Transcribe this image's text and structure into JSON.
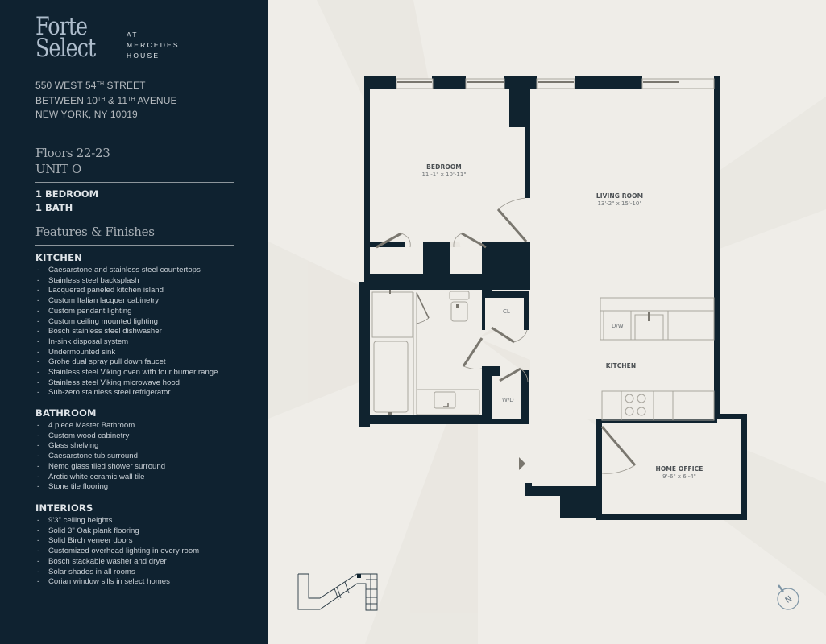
{
  "brand": {
    "logo_line1": "Forte",
    "logo_line2": "Select",
    "logo_sub": [
      "AT",
      "MERCEDES",
      "HOUSE"
    ]
  },
  "address": {
    "line1_a": "550 WEST 54",
    "line1_sup": "TH",
    "line1_b": " STREET",
    "line2_a": "BETWEEN 10",
    "line2_sup1": "TH",
    "line2_b": " & 11",
    "line2_sup2": "TH",
    "line2_c": " AVENUE",
    "line3": "NEW YORK, NY 10019"
  },
  "unit": {
    "floors": "Floors 22-23",
    "unit": "UNIT O",
    "bedrooms": "1 BEDROOM",
    "baths": "1 BATH"
  },
  "features_title": "Features & Finishes",
  "sections": [
    {
      "title": "KITCHEN",
      "items": [
        "Caesarstone and stainless steel countertops",
        "Stainless steel backsplash",
        "Lacquered paneled kitchen island",
        "Custom Italian lacquer cabinetry",
        "Custom pendant lighting",
        "Custom ceiling mounted lighting",
        "Bosch stainless steel dishwasher",
        "In-sink disposal system",
        "Undermounted sink",
        "Grohe dual spray pull down faucet",
        "Stainless steel Viking oven with four burner range",
        "Stainless steel Viking microwave hood",
        "Sub-zero stainless steel refrigerator"
      ]
    },
    {
      "title": "BATHROOM",
      "items": [
        "4 piece Master Bathroom",
        "Custom wood cabinetry",
        "Glass shelving",
        "Caesarstone tub surround",
        "Nemo glass tiled shower surround",
        "Arctic white ceramic wall tile",
        "Stone tile flooring"
      ]
    },
    {
      "title": "INTERIORS",
      "items": [
        "9'3\" ceiling heights",
        "Solid 3\" Oak plank flooring",
        "Solid Birch veneer doors",
        "Customized overhead lighting in every room",
        "Bosch stackable washer and dryer",
        "Solar shades in all rooms",
        "Corian window sills in select homes"
      ]
    }
  ],
  "dash": "-",
  "plan": {
    "rooms": [
      {
        "name": "BEDROOM",
        "dim": "11'-1\" x 10'-11\""
      },
      {
        "name": "LIVING ROOM",
        "dim": "13'-2\" x 15'-10\""
      },
      {
        "name": "KITCHEN",
        "dim": ""
      },
      {
        "name": "HOME OFFICE",
        "dim": "9'-6\" x 6'-4\""
      }
    ],
    "labels": {
      "closet": "CL",
      "washer_dryer": "W/D",
      "dishwasher": "D/W"
    },
    "compass": "N"
  },
  "colors": {
    "navy": "#0f2230",
    "background": "#efede8",
    "wall": "#10232f",
    "door": "#7a776f"
  }
}
